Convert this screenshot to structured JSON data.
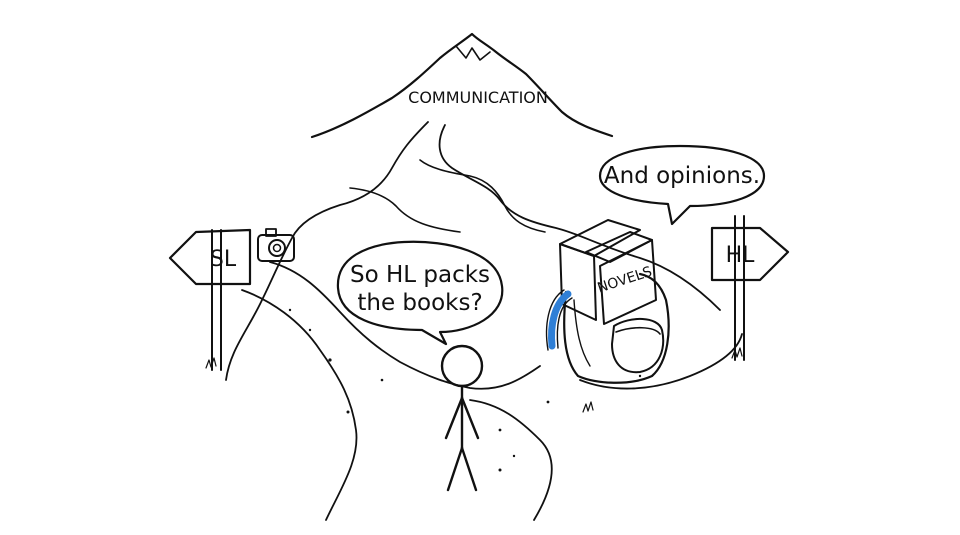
{
  "mountain": {
    "label": "COMMUNICATION"
  },
  "left_sign": {
    "label": "SL",
    "icon": "camera-icon"
  },
  "right_sign": {
    "label": "HL"
  },
  "person_bubble": {
    "line1": "So HL packs",
    "line2": "the books?"
  },
  "backpack_bubble": {
    "text": "And opinions."
  },
  "backpack": {
    "book_label": "NOVELS"
  },
  "colors": {
    "ink": "#111111",
    "background": "#ffffff",
    "backpack_strap": "#2f7fd6",
    "book_fill": "#c9c9c9",
    "backpack_fill": "#e6e6e6"
  }
}
